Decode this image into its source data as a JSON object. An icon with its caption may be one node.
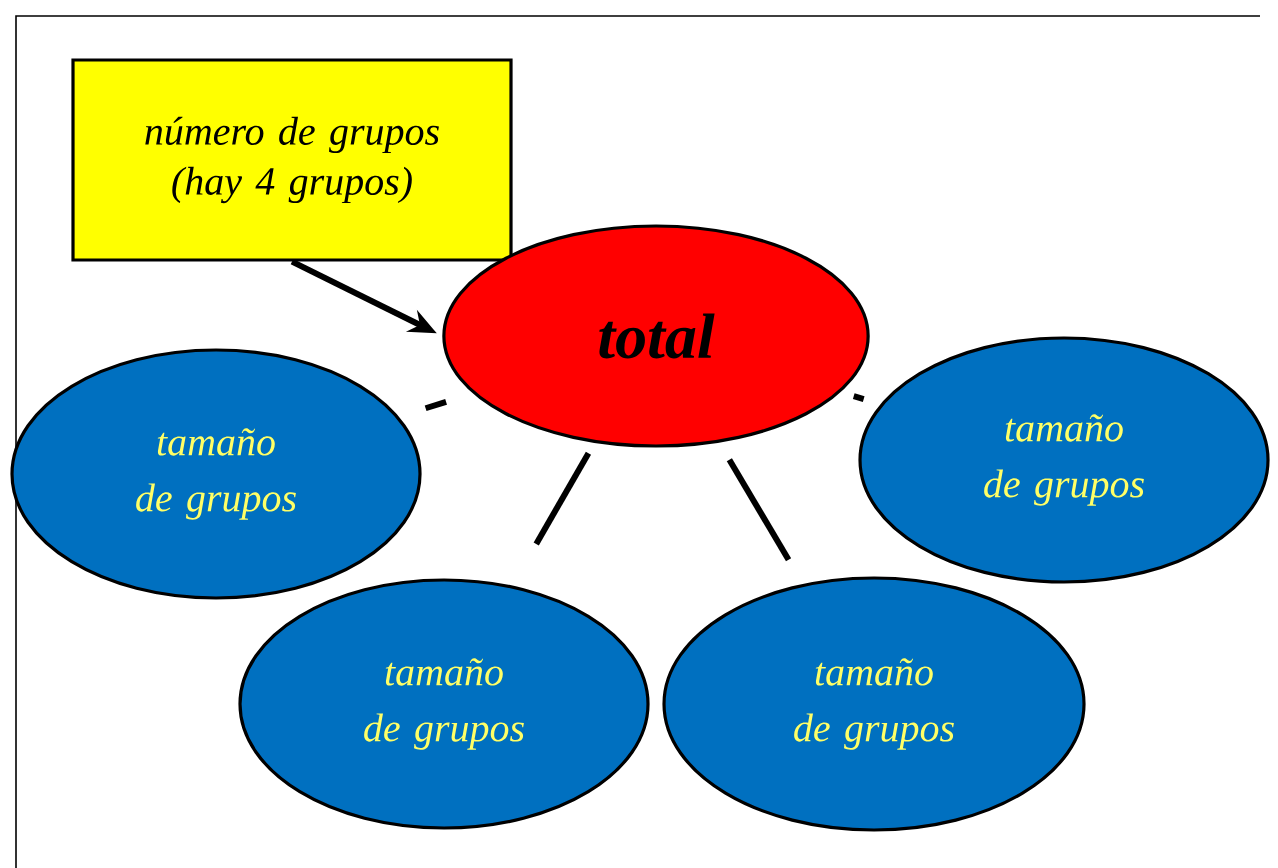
{
  "diagram": {
    "nodes": [
      {
        "text": [
          "número de grupos (hay 4 grupos)"
        ]
      },
      {
        "text": [
          "total"
        ]
      },
      {
        "text": [
          "tamaño de grupos"
        ]
      },
      {
        "text": [
          "tamaño de grupos"
        ]
      },
      {
        "text": [
          "tamaño de grupos"
        ]
      },
      {
        "text": [
          "tamaño de grupos"
        ]
      }
    ],
    "edges": [
      {
        "from": 0,
        "to": 1,
        "arrow": "to"
      },
      {
        "from": 1,
        "to": 2,
        "arrow": "none"
      },
      {
        "from": 1,
        "to": 3,
        "arrow": "none"
      },
      {
        "from": 1,
        "to": 4,
        "arrow": "none"
      },
      {
        "from": 1,
        "to": 5,
        "arrow": "none"
      }
    ]
  }
}
